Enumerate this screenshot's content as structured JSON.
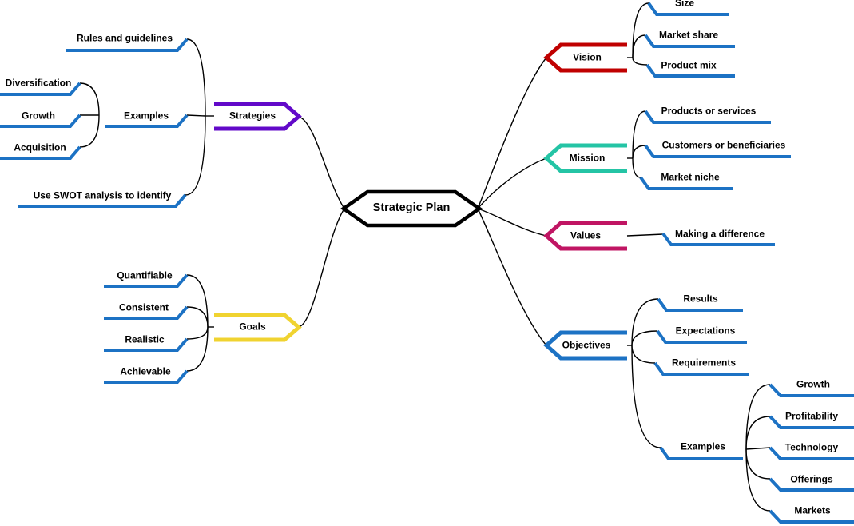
{
  "mindmap": {
    "center": {
      "label": "Strategic Plan"
    },
    "palette": {
      "leaf_line": "#1C72C4",
      "connector": "#000000",
      "center_border": "#000000"
    },
    "branches": [
      {
        "id": "strategies",
        "label": "Strategies",
        "color": "#6209C9",
        "side": "left",
        "children": [
          {
            "label": "Rules and guidelines"
          },
          {
            "label": "Examples",
            "children": [
              {
                "label": "Diversification"
              },
              {
                "label": "Growth"
              },
              {
                "label": "Acquisition"
              }
            ]
          },
          {
            "label": "Use SWOT analysis to identify"
          }
        ]
      },
      {
        "id": "goals",
        "label": "Goals",
        "color": "#F0D330",
        "side": "left",
        "children": [
          {
            "label": "Quantifiable"
          },
          {
            "label": "Consistent"
          },
          {
            "label": "Realistic"
          },
          {
            "label": "Achievable"
          }
        ]
      },
      {
        "id": "vision",
        "label": "Vision",
        "color": "#C00000",
        "side": "right",
        "children": [
          {
            "label": "Size"
          },
          {
            "label": "Market share"
          },
          {
            "label": "Product mix"
          }
        ]
      },
      {
        "id": "mission",
        "label": "Mission",
        "color": "#24C4A5",
        "side": "right",
        "children": [
          {
            "label": "Products or services"
          },
          {
            "label": "Customers or beneficiaries"
          },
          {
            "label": "Market niche"
          }
        ]
      },
      {
        "id": "values",
        "label": "Values",
        "color": "#C01563",
        "side": "right",
        "children": [
          {
            "label": "Making a difference"
          }
        ]
      },
      {
        "id": "objectives",
        "label": "Objectives",
        "color": "#1C72C4",
        "side": "right",
        "children": [
          {
            "label": "Results"
          },
          {
            "label": "Expectations"
          },
          {
            "label": "Requirements"
          },
          {
            "label": "Examples",
            "children": [
              {
                "label": "Growth"
              },
              {
                "label": "Profitability"
              },
              {
                "label": "Technology"
              },
              {
                "label": "Offerings"
              },
              {
                "label": "Markets"
              }
            ]
          }
        ]
      }
    ]
  }
}
